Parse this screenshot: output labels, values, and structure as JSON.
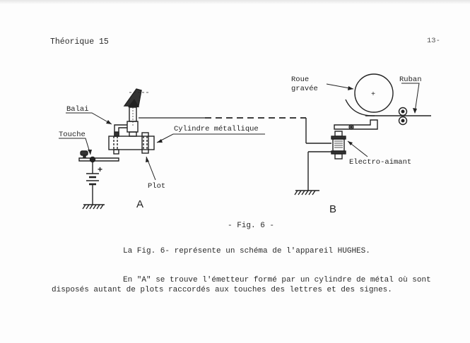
{
  "header": {
    "left": "Théorique 15",
    "page_number": "13-"
  },
  "figure": {
    "labels": {
      "balai": "Balai",
      "touche": "Touche",
      "cylindre": "Cylindre métallique",
      "plot": "Plot",
      "roue_line1": "Roue",
      "roue_line2": "gravée",
      "ruban": "Ruban",
      "electro": "Electro-aimant",
      "battery_plus": "+",
      "part_a": "A",
      "part_b": "B"
    },
    "caption": "- Fig. 6 -"
  },
  "body": {
    "intro": "La Fig. 6- représente un schéma de l'appareil HUGHES.",
    "paragraph_line1": "En \"A\" se trouve l'émetteur formé par un cylindre de métal où sont",
    "paragraph_line2": "disposés autant de plots raccordés aux touches des lettres et des signes."
  }
}
